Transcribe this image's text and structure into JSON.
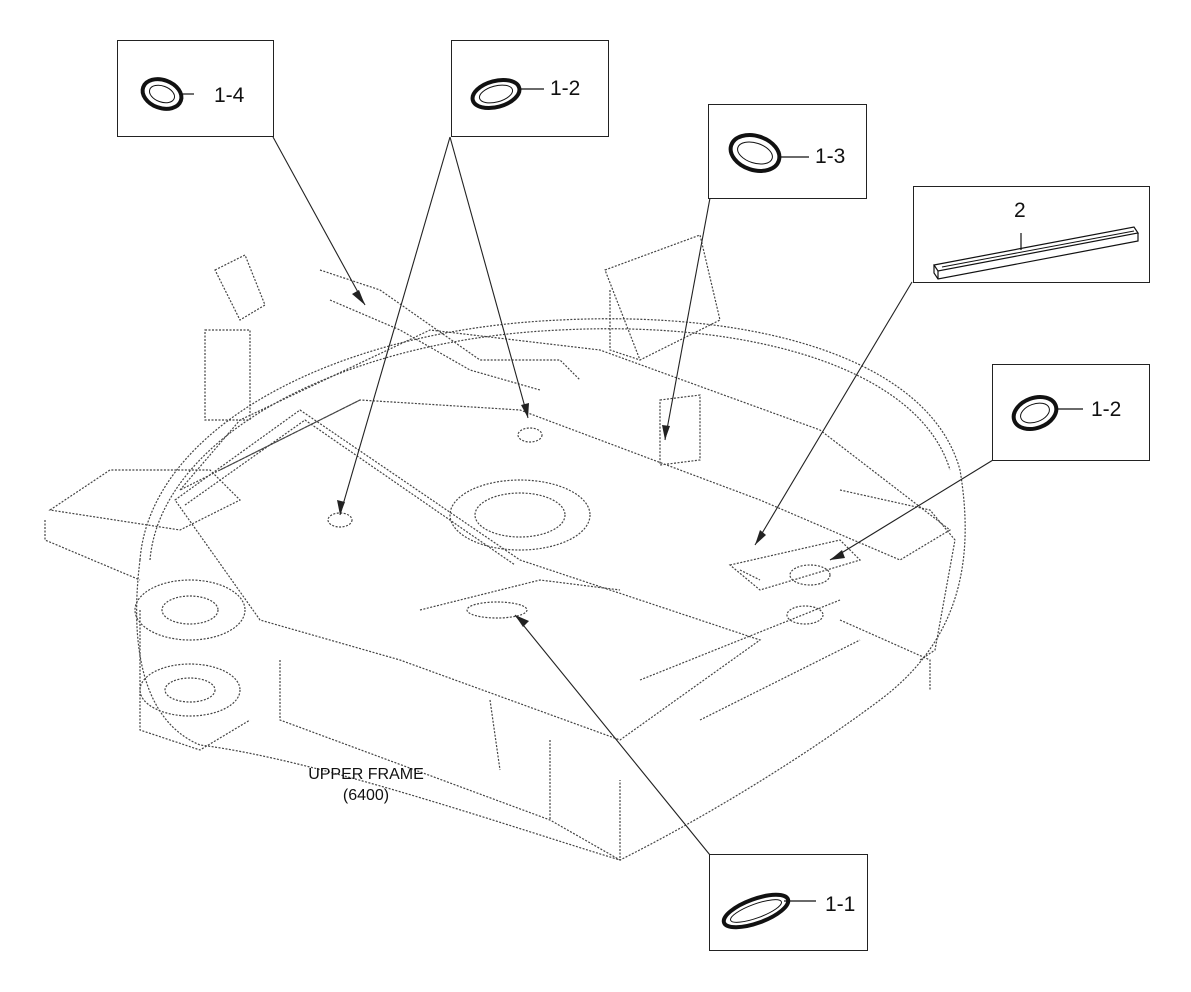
{
  "frame": {
    "title": "UPPER FRAME",
    "code": "(6400)"
  },
  "callouts": {
    "c1_4": {
      "label": "1-4",
      "part": "oval grommet"
    },
    "c1_2_top": {
      "label": "1-2",
      "part": "oval grommet"
    },
    "c1_3": {
      "label": "1-3",
      "part": "oval grommet"
    },
    "c2": {
      "label": "2",
      "part": "channel strip"
    },
    "c1_2_right": {
      "label": "1-2",
      "part": "oval grommet"
    },
    "c1_1": {
      "label": "1-1",
      "part": "oval grommet"
    }
  },
  "colors": {
    "line": "#222222",
    "dotted": "#555555",
    "background": "#ffffff"
  }
}
